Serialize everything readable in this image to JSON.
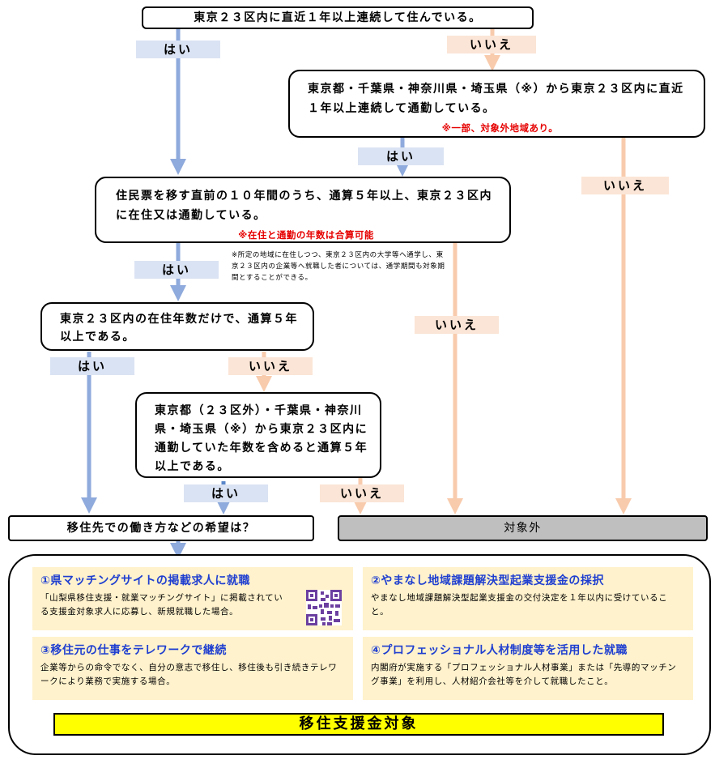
{
  "q1": "東京２３区内に直近１年以上連続して住んでいる。",
  "q2": "東京都・千葉県・神奈川県・埼玉県（※）から東京２３区内に直近１年以上連続して通勤している。",
  "q2_note": "※一部、対象外地域あり。",
  "q3": "住民票を移す直前の１０年間のうち、通算５年以上、東京２３区内に在住又は通勤している。",
  "q3_note": "※在住と通勤の年数は合算可能",
  "side_note": "※所定の地域に在住しつつ、東京２３区内の大学等へ通学し、東京２３区内の企業等へ就職した者については、通学期間も対象期間とすることができる。",
  "q4": "東京２３区内の在住年数だけで、通算５年以上である。",
  "q5": "東京都（２３区外）・千葉県・神奈川県・埼玉県（※）から東京２３区内に通勤していた年数を含めると通算５年以上である。",
  "q6": "移住先での働き方などの希望は？",
  "excluded": "対象外",
  "yes": "はい",
  "no": "いいえ",
  "options": [
    {
      "title": "①県マッチングサイトの掲載求人に就職",
      "text": "「山梨県移住支援・就業マッチングサイト」に掲載されている支援金対象求人に応募し、新規就職した場合。"
    },
    {
      "title": "②やまなし地域課題解決型起業支援金の採択",
      "text": "やまなし地域課題解決型起業支援金の交付決定を１年以内に受けていること。"
    },
    {
      "title": "③移住元の仕事をテレワークで継続",
      "text": "企業等からの命令でなく、自分の意志で移住し、移住後も引き続きテレワークにより業務で実施する場合。"
    },
    {
      "title": "④プロフェッショナル人材制度等を活用した就職",
      "text": "内閣府が実施する「プロフェッショナル人材事業」または「先導的マッチング事業」を利用し、人材紹介会社等を介して就職したこと。"
    }
  ],
  "banner": "移住支援金対象",
  "colors": {
    "yes_arrow": "#8faadc",
    "no_arrow": "#f8cbad",
    "yes_label": "#dae3f3",
    "no_label": "#fbe5d6",
    "option_bg": "#fff2cc",
    "banner": "#ffff00",
    "excluded_bg": "#bfbfbf",
    "note_red": "#e60000"
  }
}
